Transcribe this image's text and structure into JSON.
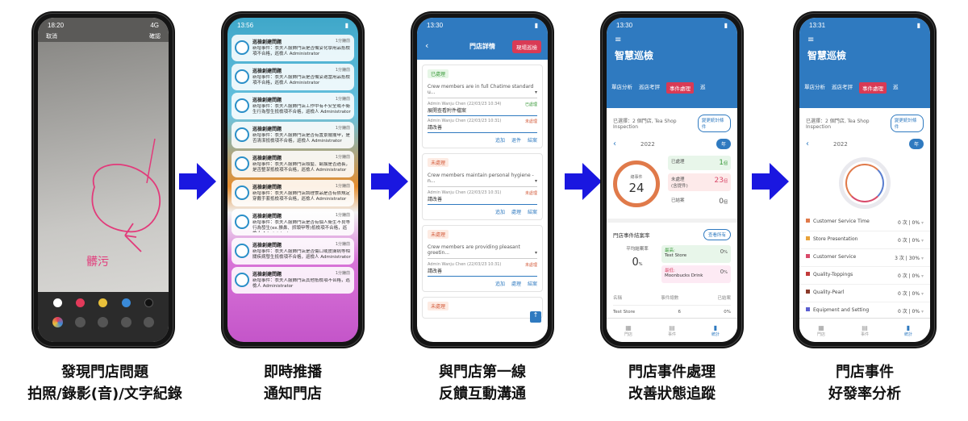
{
  "colors": {
    "arrow": "#1a17e0",
    "header_blue": "#2f7ac0",
    "accent_red": "#d93a55"
  },
  "phone1": {
    "time": "18:20",
    "signal": "4G",
    "cancel": "取消",
    "confirm": "確認",
    "annotation": "髒污",
    "palette": [
      "#ffffff",
      "#e23a5a",
      "#e9c03a",
      "#3a8ad8",
      "#111111"
    ]
  },
  "phone2": {
    "time": "13:56",
    "notifications": [
      {
        "title": "巡檢創建問題",
        "time": "1分鐘前",
        "body": "新增事件：衣夫人服飾門店是否備妥化學用品抵檢項不合格，巡檢人 Administrator"
      },
      {
        "title": "巡檢創建問題",
        "time": "1分鐘前",
        "body": "新增事件：衣夫人服飾門店是否備妥適當用品抵檢項不合格，巡檢人 Administrator"
      },
      {
        "title": "巡檢創建問題",
        "time": "1分鐘前",
        "body": "新增事件：衣夫人服飾門店工作中有不安全或不衛生行為發生抵檢項不合格，巡檢人 Administrator"
      },
      {
        "title": "巡檢創建問題",
        "time": "1分鐘前",
        "body": "新增事件：衣夫人服飾門店是否有置景擺擺甲，是否清潔抵檢項不合格，巡檢人 Administrator"
      },
      {
        "title": "巡檢創建問題",
        "time": "1分鐘前",
        "body": "新增事件：衣夫人服飾門店頭髮、鬍鬚是否過長，是否整潔抵檢項不合格，巡檢人 Administrator"
      },
      {
        "title": "巡檢創建問題",
        "time": "1分鐘前",
        "body": "新增事件：衣夫人服飾門店調理食品是否有依規定穿戴手套抵檢項不合格，巡檢人 Administrator"
      },
      {
        "title": "巡檢創建問題",
        "time": "1分鐘前",
        "body": "新增事件：衣夫人服飾門店是否有個人衛生不良等行為發生(ex.擤鼻、抓頭甲等)抵檢項不合格，巡檢人 Administrator"
      },
      {
        "title": "巡檢創建問題",
        "time": "1分鐘前",
        "body": "新增事件：衣夫人服飾門店是否傷口或皮膚病等相關疾病發生抵檢項不合格，巡檢人 Administrator"
      },
      {
        "title": "巡檢創建問題",
        "time": "1分鐘前",
        "body": "新增事件：衣夫人服飾門店其他抵檢項不合格，巡檢人 Administrator"
      }
    ]
  },
  "phone3": {
    "time": "13:30",
    "title": "門店詳情",
    "badge": "現場巡檢",
    "cards": [
      {
        "status": "已處理",
        "item": "Crew members are in full Chatime standard u...",
        "comments": [
          {
            "meta": "Admin Wanju Chen (22/03/23 10:34)",
            "state": "已處理",
            "text": "展開查看附件檔案"
          },
          {
            "meta": "Admin Wanju Chen (22/03/23 10:31)",
            "state": "未處理",
            "text": "請改善"
          }
        ],
        "actions": [
          "追加",
          "退件",
          "結案"
        ]
      },
      {
        "status": "未處理",
        "item": "Crew members maintain personal hygiene - n...",
        "comments": [
          {
            "meta": "Admin Wanju Chen (22/03/23 10:31)",
            "state": "未處理",
            "text": "請改善"
          }
        ],
        "actions": [
          "追加",
          "處理",
          "結案"
        ]
      },
      {
        "status": "未處理",
        "item": "Crew members are providing pleasant greetin...",
        "comments": [
          {
            "meta": "Admin Wanju Chen (22/03/23 10:31)",
            "state": "未處理",
            "text": "請改善"
          }
        ],
        "actions": [
          "追加",
          "處理",
          "結案"
        ]
      },
      {
        "status": "未處理",
        "item": "",
        "comments": [],
        "actions": []
      }
    ]
  },
  "phone4": {
    "time": "13:30",
    "app": "智慧巡檢",
    "tabs": [
      "單店分析",
      "巡店考評",
      "事件處理",
      "巡"
    ],
    "filter": "已選擇：2 個門店, Tea Shop Inspection",
    "filter_btn": "變更統計條件",
    "year": "2022",
    "year_btn": "年",
    "total_label": "總事件",
    "total": "24",
    "boxes": [
      {
        "label": "已處理",
        "value": "1"
      },
      {
        "label": "未處理\n(含提件)",
        "value": "23"
      },
      {
        "label": "已結案",
        "value": "0"
      }
    ],
    "box_unit": "個",
    "section": "門店事件結案率",
    "section_btn": "查看所有",
    "avg_label": "平均結案率",
    "avg_value": "0",
    "max": {
      "label": "最高:",
      "store": "Test Store",
      "value": "0"
    },
    "min": {
      "label": "最低:",
      "store": "Moonbucks Drink",
      "value": "0"
    },
    "table_headers": [
      "名稱",
      "事件總數",
      "已結案"
    ],
    "table_row": {
      "name": "Test Store",
      "count": "6",
      "rate": "0%"
    },
    "nav": [
      "門店",
      "事件",
      "統計"
    ]
  },
  "phone5": {
    "time": "13:31",
    "app": "智慧巡檢",
    "tabs": [
      "單店分析",
      "巡店考評",
      "事件處理",
      "巡"
    ],
    "filter": "已選擇：2 個門店, Tea Shop Inspection",
    "filter_btn": "變更統計條件",
    "year": "2022",
    "year_btn": "年",
    "items": [
      {
        "name": "Customer Service Time",
        "value": "0 次 | 0%",
        "color": "#e07a4a"
      },
      {
        "name": "Store Presentation",
        "value": "0 次 | 0%",
        "color": "#e9a23a"
      },
      {
        "name": "Customer Service",
        "value": "3 次 | 30%",
        "color": "#d94a6a"
      },
      {
        "name": "Quality-Toppings",
        "value": "0 次 | 0%",
        "color": "#c23a3a"
      },
      {
        "name": "Quality-Pearl",
        "value": "0 次 | 0%",
        "color": "#8a3a2a"
      },
      {
        "name": "Equipment and Setting",
        "value": "0 次 | 0%",
        "color": "#5b5fd0"
      }
    ],
    "nav": [
      "門店",
      "事件",
      "統計"
    ]
  },
  "captions": [
    [
      "發現門店問題",
      "拍照/錄影(音)/文字紀錄"
    ],
    [
      "即時推播",
      "通知門店"
    ],
    [
      "與門店第一線",
      "反饋互動溝通"
    ],
    [
      "門店事件處理",
      "改善狀態追蹤"
    ],
    [
      "門店事件",
      "好發率分析"
    ]
  ]
}
